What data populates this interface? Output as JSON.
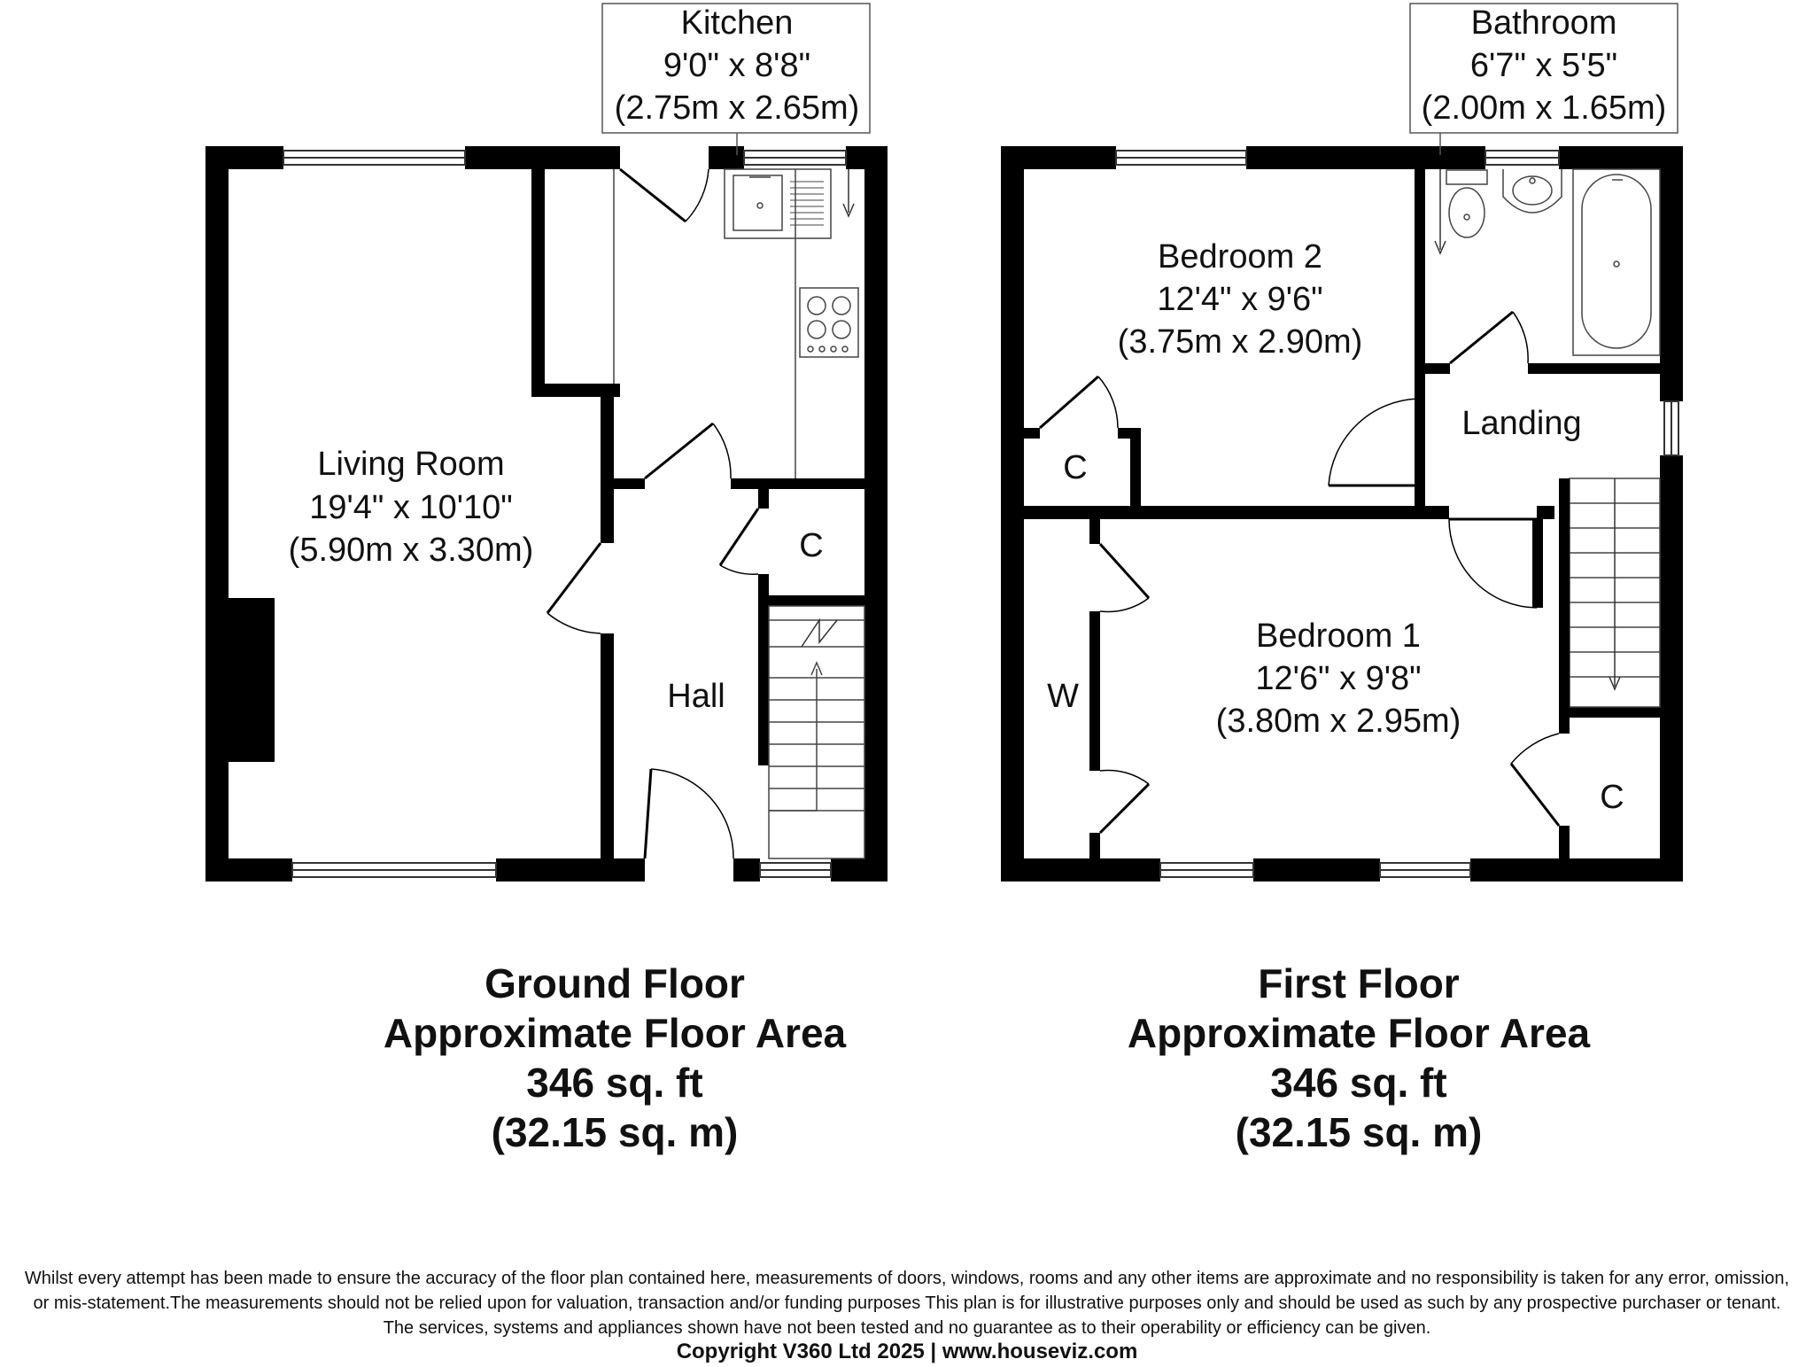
{
  "rooms": {
    "kitchen": {
      "name": "Kitchen",
      "imperial": "9'0\" x 8'8\"",
      "metric": "(2.75m x 2.65m)"
    },
    "living": {
      "name": "Living Room",
      "imperial": "19'4\" x 10'10\"",
      "metric": "(5.90m x 3.30m)"
    },
    "hall": {
      "name": "Hall"
    },
    "gf_cupboard": {
      "name": "C"
    },
    "bathroom": {
      "name": "Bathroom",
      "imperial": "6'7\" x 5'5\"",
      "metric": "(2.00m x 1.65m)"
    },
    "bedroom2": {
      "name": "Bedroom 2",
      "imperial": "12'4\" x 9'6\"",
      "metric": "(3.75m x 2.90m)"
    },
    "landing": {
      "name": "Landing"
    },
    "bedroom1": {
      "name": "Bedroom 1",
      "imperial": "12'6\" x 9'8\"",
      "metric": "(3.80m x 2.95m)"
    },
    "ff_cupboard_1": {
      "name": "C"
    },
    "ff_cupboard_2": {
      "name": "C"
    },
    "wardrobe": {
      "name": "W"
    }
  },
  "ground_floor": {
    "title": "Ground Floor",
    "subtitle": "Approximate Floor Area",
    "area_sqft": "346 sq. ft",
    "area_sqm": "(32.15 sq. m)"
  },
  "first_floor": {
    "title": "First Floor",
    "subtitle": "Approximate Floor Area",
    "area_sqft": "346 sq. ft",
    "area_sqm": "(32.15 sq. m)"
  },
  "disclaimer": {
    "line1": "Whilst every attempt has been made to ensure the accuracy of the floor plan contained here, measurements of doors, windows, rooms and any other items are approximate and no responsibility is taken for any error, omission,",
    "line2": "or mis-statement.The measurements should not be relied upon for valuation, transaction and/or funding purposes This plan is for illustrative purposes only and should be used as such by any prospective purchaser or tenant.",
    "line3": "The services, systems and appliances shown have not been tested and no guarantee as to their operability or efficiency can be given.",
    "copyright": "Copyright V360 Ltd 2025 | www.houseviz.com"
  },
  "colors": {
    "wall": "#000000",
    "line": "#333333",
    "background": "#ffffff"
  }
}
